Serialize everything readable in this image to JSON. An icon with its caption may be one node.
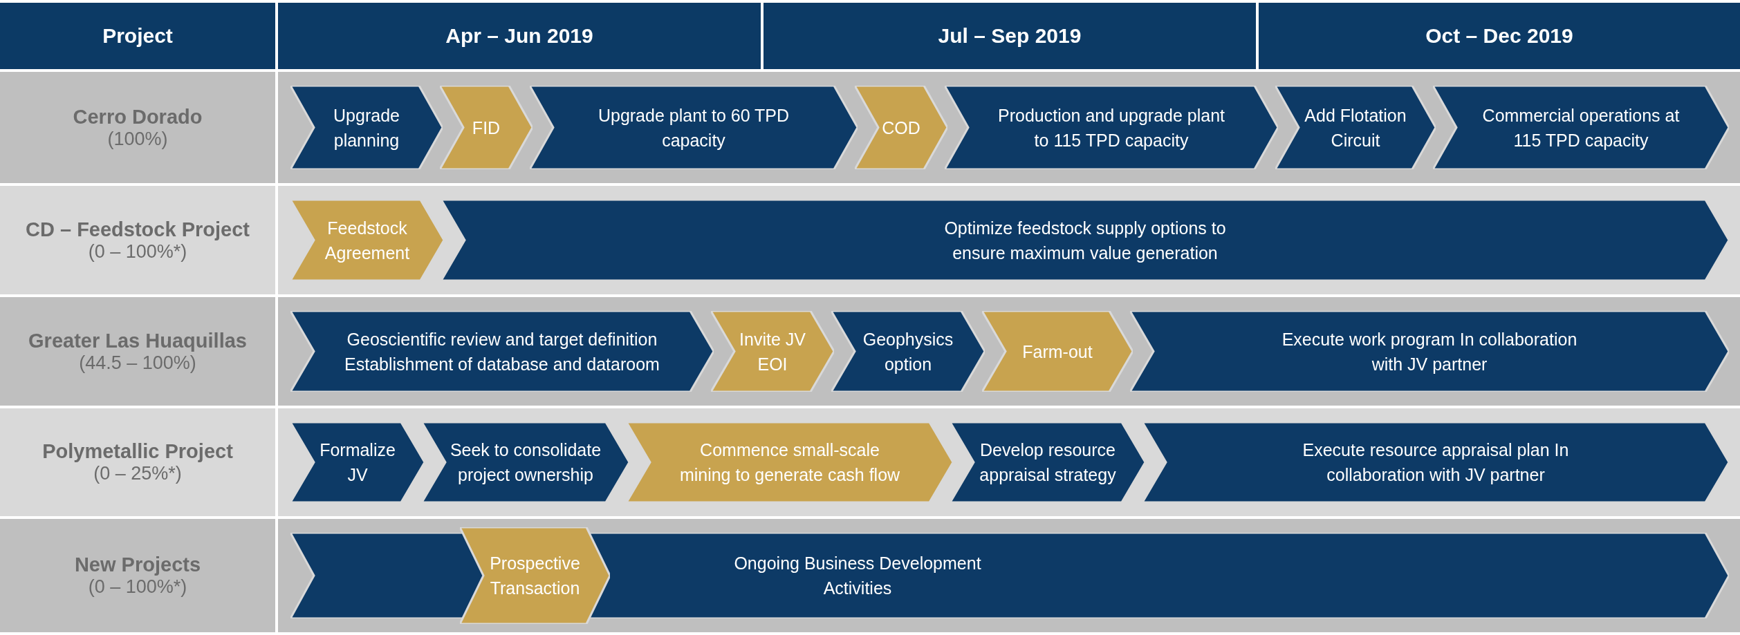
{
  "diagram": {
    "nodes": [
      {
        "text": [
          "Upgrade planning"
        ]
      },
      {
        "text": [
          "FID"
        ]
      },
      {
        "text": [
          "Upgrade plant to 60 TPD capacity"
        ]
      },
      {
        "text": [
          "COD"
        ]
      },
      {
        "text": [
          "Production and upgrade plant to 115 TPD capacity"
        ]
      },
      {
        "text": [
          "Add Flotation Circuit"
        ]
      },
      {
        "text": [
          "Commercial operations at 115 TPD capacity"
        ]
      },
      {
        "text": [
          "Feedstock Agreement"
        ]
      },
      {
        "text": [
          "Optimize feedstock supply options to ensure maximum value generation"
        ]
      },
      {
        "text": [
          "Geoscientific review and target definition Establishment of database and dataroom"
        ]
      },
      {
        "text": [
          "Invite JV EOI"
        ]
      },
      {
        "text": [
          "Geophysics option"
        ]
      },
      {
        "text": [
          "Farm-out"
        ]
      },
      {
        "text": [
          "Execute work program In collaboration with JV partner"
        ]
      },
      {
        "text": [
          "Formalize JV"
        ]
      },
      {
        "text": [
          "Seek to consolidate project ownership"
        ]
      },
      {
        "text": [
          "Commence small-scale mining to generate cash flow"
        ]
      },
      {
        "text": [
          "Develop resource appraisal strategy"
        ]
      },
      {
        "text": [
          "Execute resource appraisal plan In collaboration with JV partner"
        ]
      },
      {
        "text": [
          "Ongoing Business Development Activities"
        ]
      },
      {
        "text": [
          "Prospective Transaction"
        ],
        "in": 19
      }
    ],
    "labels": [
      "Project",
      "Apr – Jun 2019",
      "Jul – Sep 2019",
      "Oct – Dec 2019",
      "Cerro Dorado",
      "(100%)",
      "CD – Feedstock Project",
      "(0 – 100%*)",
      "Greater Las Huaquillas",
      "(44.5 – 100%)",
      "Polymetallic Project",
      "(0 – 25%*)",
      "New Projects",
      "(0 – 100%*)"
    ]
  }
}
